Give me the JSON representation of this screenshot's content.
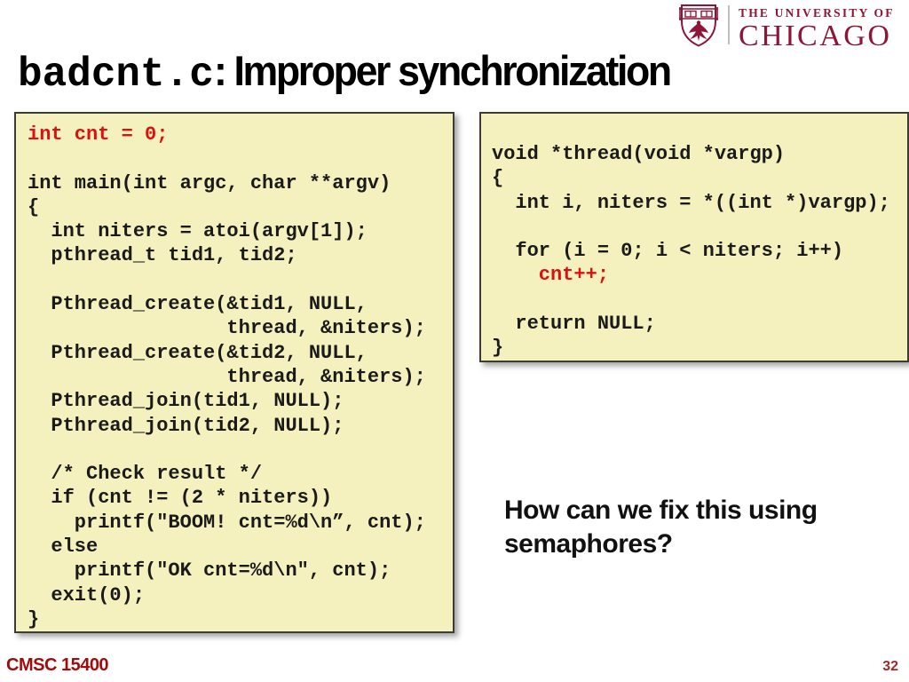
{
  "logo": {
    "line1": "THE UNIVERSITY OF",
    "line2": "CHICAGO",
    "crest_icon": "uchicago-crest-icon",
    "maroon": "#8e1537"
  },
  "title": {
    "code_part": "badcnt.c",
    "text_part": ": Improper synchronization"
  },
  "code_left": {
    "lines": [
      {
        "text": "int cnt = 0;",
        "color": "red"
      },
      {
        "text": "",
        "color": "default"
      },
      {
        "text": "int main(int argc, char **argv)",
        "color": "default"
      },
      {
        "text": "{",
        "color": "default"
      },
      {
        "text": "  int niters = atoi(argv[1]);",
        "color": "default"
      },
      {
        "text": "  pthread_t tid1, tid2;",
        "color": "default"
      },
      {
        "text": "",
        "color": "default"
      },
      {
        "text": "  Pthread_create(&tid1, NULL,",
        "color": "default"
      },
      {
        "text": "                 thread, &niters);",
        "color": "default"
      },
      {
        "text": "  Pthread_create(&tid2, NULL,",
        "color": "default"
      },
      {
        "text": "                 thread, &niters);",
        "color": "default"
      },
      {
        "text": "  Pthread_join(tid1, NULL);",
        "color": "default"
      },
      {
        "text": "  Pthread_join(tid2, NULL);",
        "color": "default"
      },
      {
        "text": "",
        "color": "default"
      },
      {
        "text": "  /* Check result */",
        "color": "default"
      },
      {
        "text": "  if (cnt != (2 * niters))",
        "color": "default"
      },
      {
        "text": "    printf(\"BOOM! cnt=%d\\n”, cnt);",
        "color": "default"
      },
      {
        "text": "  else",
        "color": "default"
      },
      {
        "text": "    printf(\"OK cnt=%d\\n\", cnt);",
        "color": "default"
      },
      {
        "text": "  exit(0);",
        "color": "default"
      },
      {
        "text": "}",
        "color": "default"
      }
    ]
  },
  "code_right": {
    "lines": [
      {
        "text": "void *thread(void *vargp)",
        "color": "default"
      },
      {
        "text": "{",
        "color": "default"
      },
      {
        "text": "  int i, niters = *((int *)vargp);",
        "color": "default"
      },
      {
        "text": "",
        "color": "default"
      },
      {
        "text": "  for (i = 0; i < niters; i++)",
        "color": "default"
      },
      {
        "text": "    cnt++;",
        "color": "red"
      },
      {
        "text": "",
        "color": "default"
      },
      {
        "text": "  return NULL;",
        "color": "default"
      },
      {
        "text": "}",
        "color": "default"
      }
    ]
  },
  "question": "How can we fix this using semaphores?",
  "footer": {
    "course": "CMSC 15400",
    "page_number": "32"
  },
  "colors": {
    "code_highlight_red": "#dd1010",
    "box_background": "#f4f1bf",
    "box_border": "#3c3c32",
    "logo_maroon": "#8e1537",
    "footer_red": "#a00c0c",
    "page_number_red": "#9c2a2a"
  }
}
